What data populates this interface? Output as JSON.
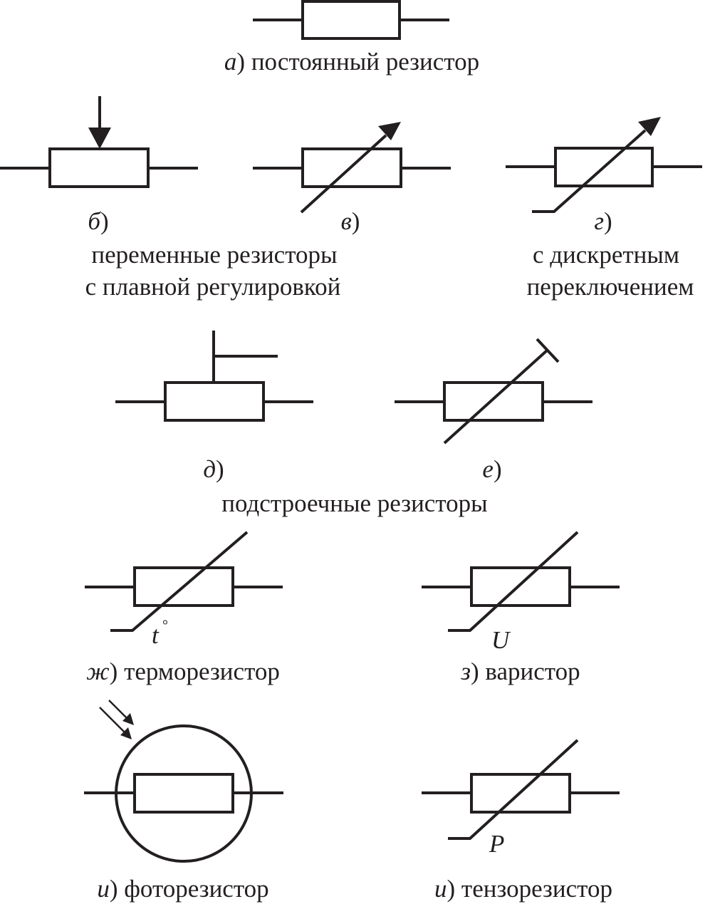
{
  "symbols": {
    "a": {
      "letter": "а",
      "paren": ")",
      "label": " постоянный резистор"
    },
    "b": {
      "letter": "б",
      "paren": ")"
    },
    "v": {
      "letter": "в",
      "paren": ")"
    },
    "g": {
      "letter": "г",
      "paren": ")"
    },
    "d": {
      "letter": "д",
      "paren": ")"
    },
    "e": {
      "letter": "е",
      "paren": ")"
    },
    "zh": {
      "letter": "ж",
      "paren": ")",
      "label": " терморезистор",
      "mark": "t",
      "mark_sup": "°"
    },
    "z": {
      "letter": "з",
      "paren": ")",
      "label": " варистор",
      "mark": "U"
    },
    "i1": {
      "letter": "и",
      "paren": ")",
      "label": " фоторезистор"
    },
    "i2": {
      "letter": "и",
      "paren": ")",
      "label": " тензорезистор",
      "mark": "P"
    }
  },
  "captions": {
    "variable_line1": "переменные резисторы",
    "variable_line2": "с плавной регулировкой",
    "discrete_line1": "с дискретным",
    "discrete_line2": "переключением",
    "trimmer": "подстроечные резисторы"
  },
  "colors": {
    "ink": "#231f20",
    "background": "#ffffff"
  }
}
